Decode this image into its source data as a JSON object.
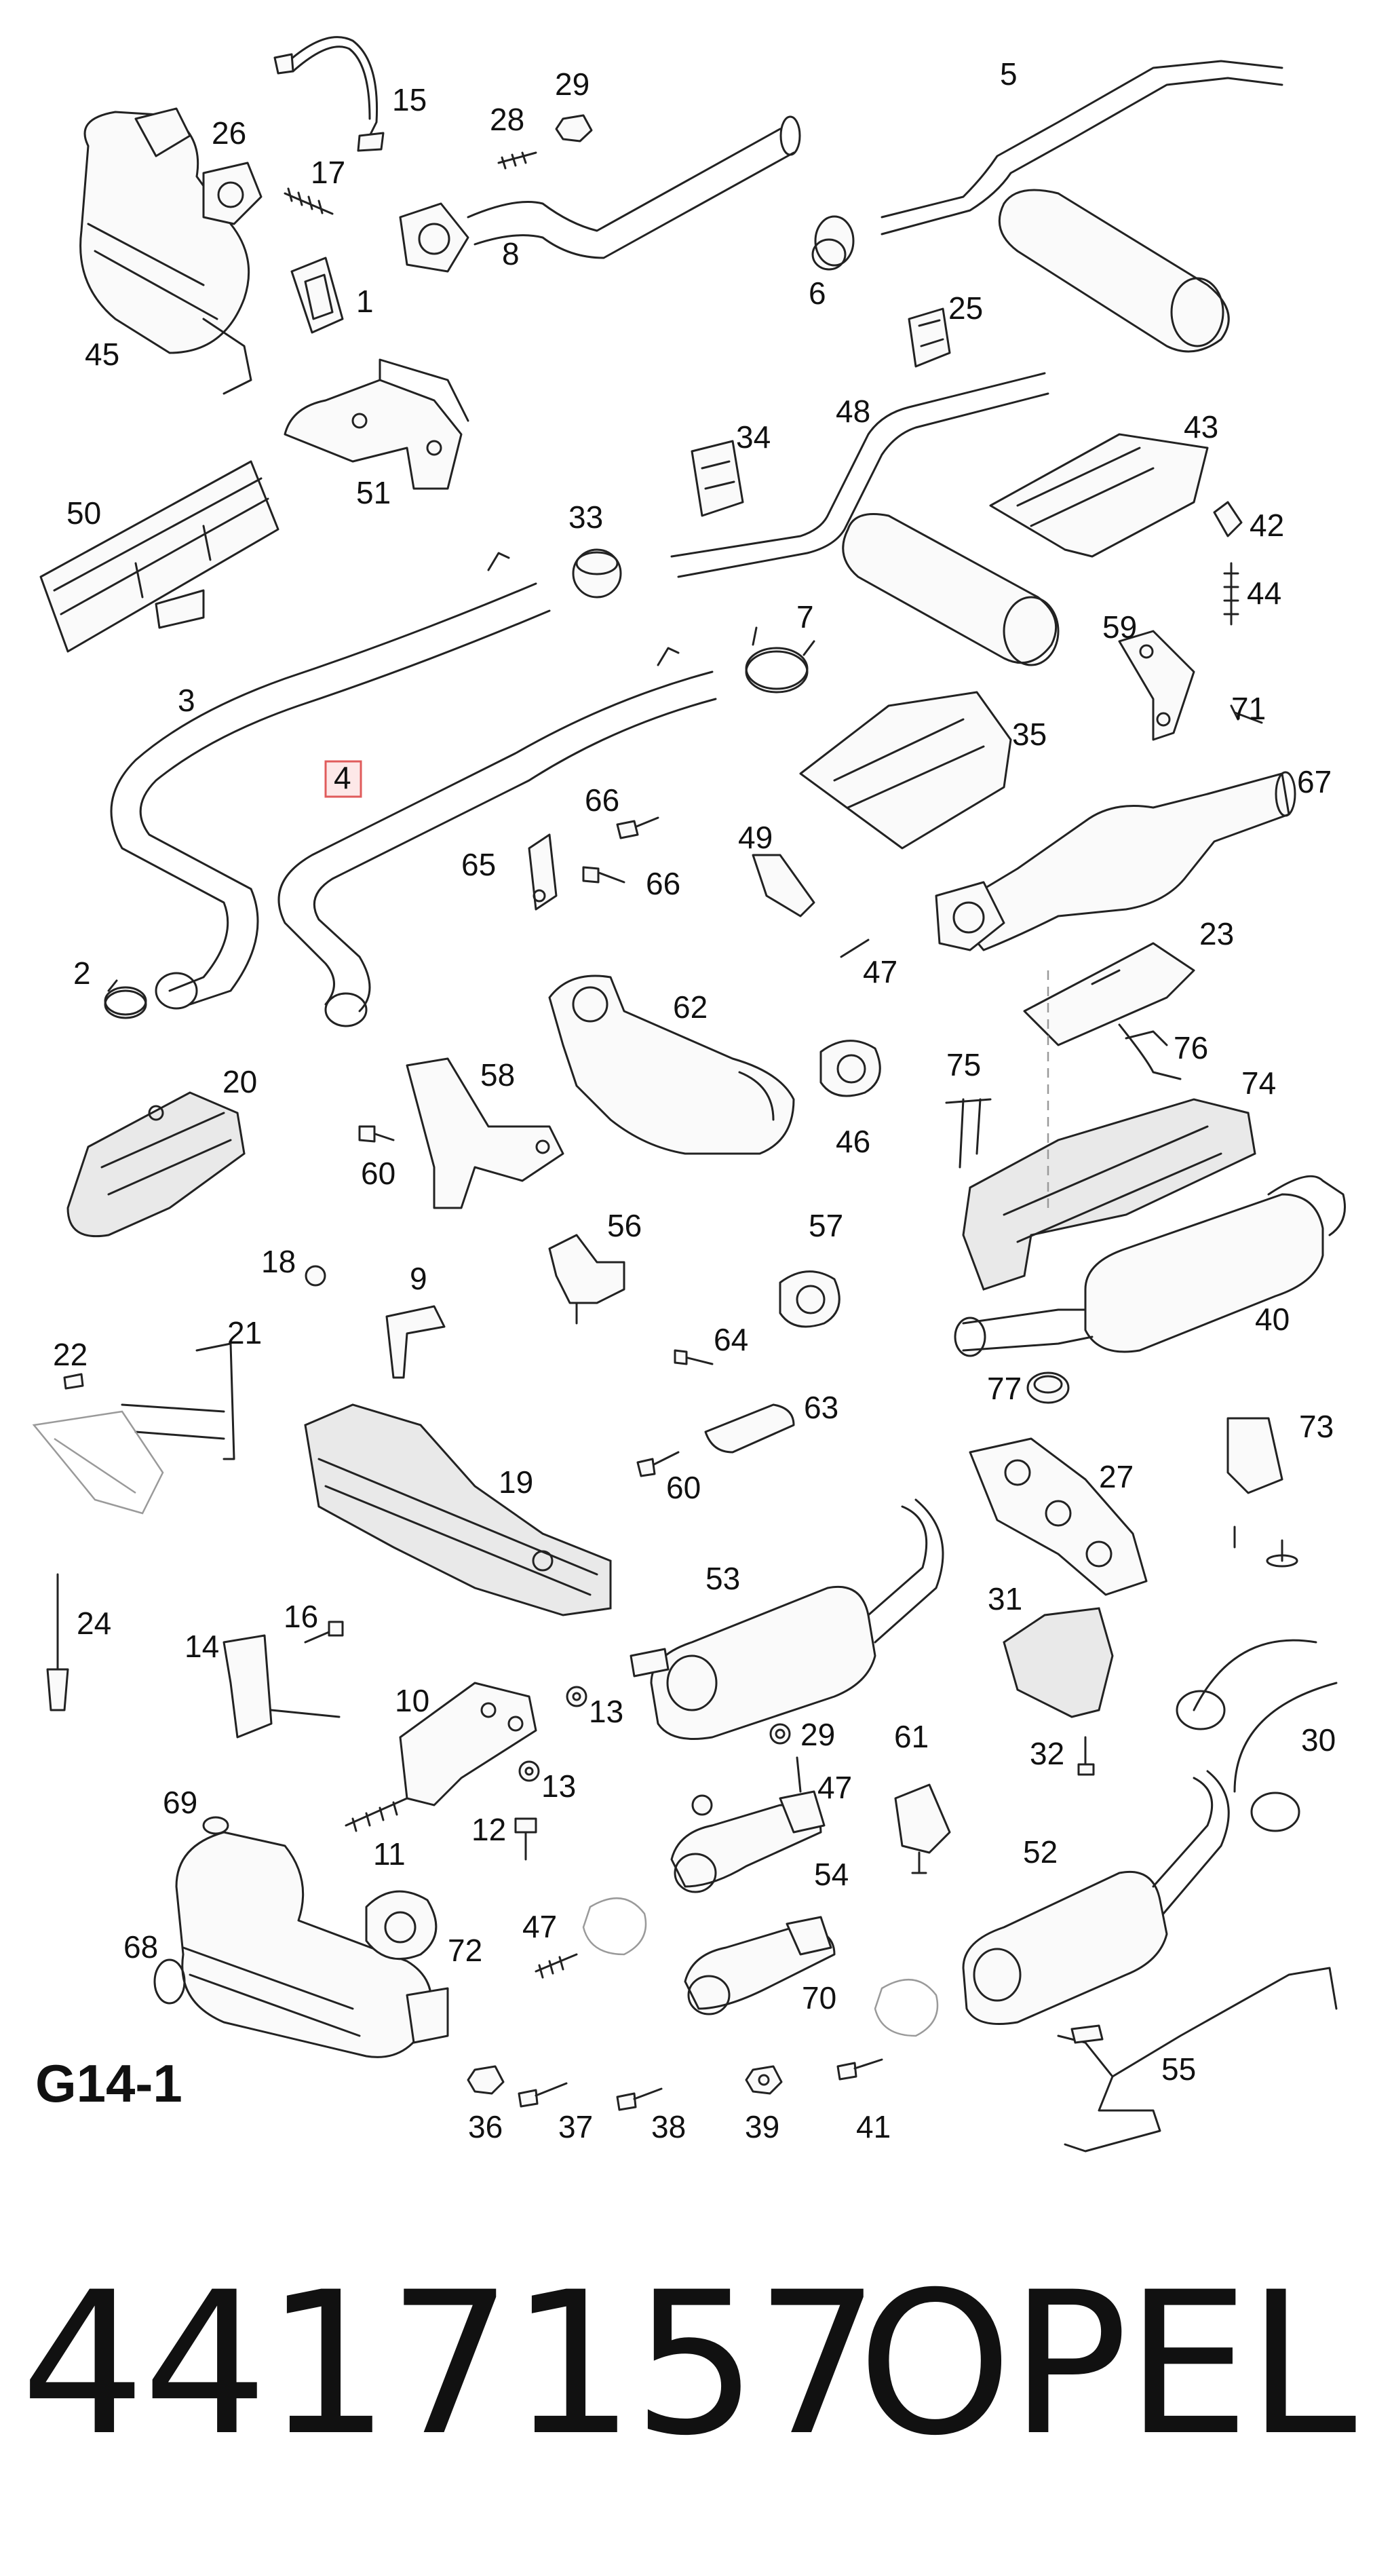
{
  "diagram": {
    "group_code": "G14-1",
    "highlighted_callout": "4",
    "callouts": [
      "1",
      "2",
      "3",
      "4",
      "5",
      "6",
      "7",
      "8",
      "9",
      "10",
      "11",
      "12",
      "13",
      "13",
      "14",
      "15",
      "16",
      "17",
      "18",
      "19",
      "20",
      "21",
      "22",
      "23",
      "24",
      "25",
      "26",
      "27",
      "28",
      "29",
      "29",
      "30",
      "31",
      "32",
      "33",
      "34",
      "35",
      "36",
      "37",
      "38",
      "39",
      "40",
      "41",
      "42",
      "43",
      "44",
      "45",
      "46",
      "47",
      "47",
      "47",
      "48",
      "49",
      "50",
      "51",
      "52",
      "53",
      "54",
      "55",
      "56",
      "57",
      "58",
      "59",
      "60",
      "60",
      "61",
      "62",
      "63",
      "64",
      "65",
      "66",
      "66",
      "67",
      "68",
      "69",
      "70",
      "71",
      "72",
      "73",
      "74",
      "75",
      "76",
      "77"
    ]
  },
  "footer": {
    "part_number": "4417157",
    "brand": "OPEL"
  }
}
